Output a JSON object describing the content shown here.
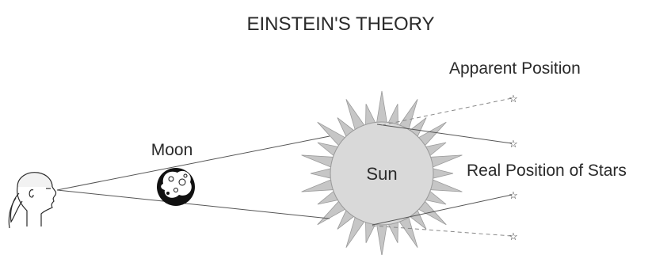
{
  "diagram": {
    "title": "EINSTEIN'S THEORY",
    "labels": {
      "moon": "Moon",
      "sun": "Sun",
      "apparent": "Apparent Position",
      "real": "Real Position of Stars"
    },
    "colors": {
      "sun_fill": "#d6d6d6",
      "sun_rays": "#c6c6c6",
      "ink": "#2a2a2a",
      "lines": "#555555",
      "dashed": "#888888",
      "moon": "#111111"
    }
  }
}
